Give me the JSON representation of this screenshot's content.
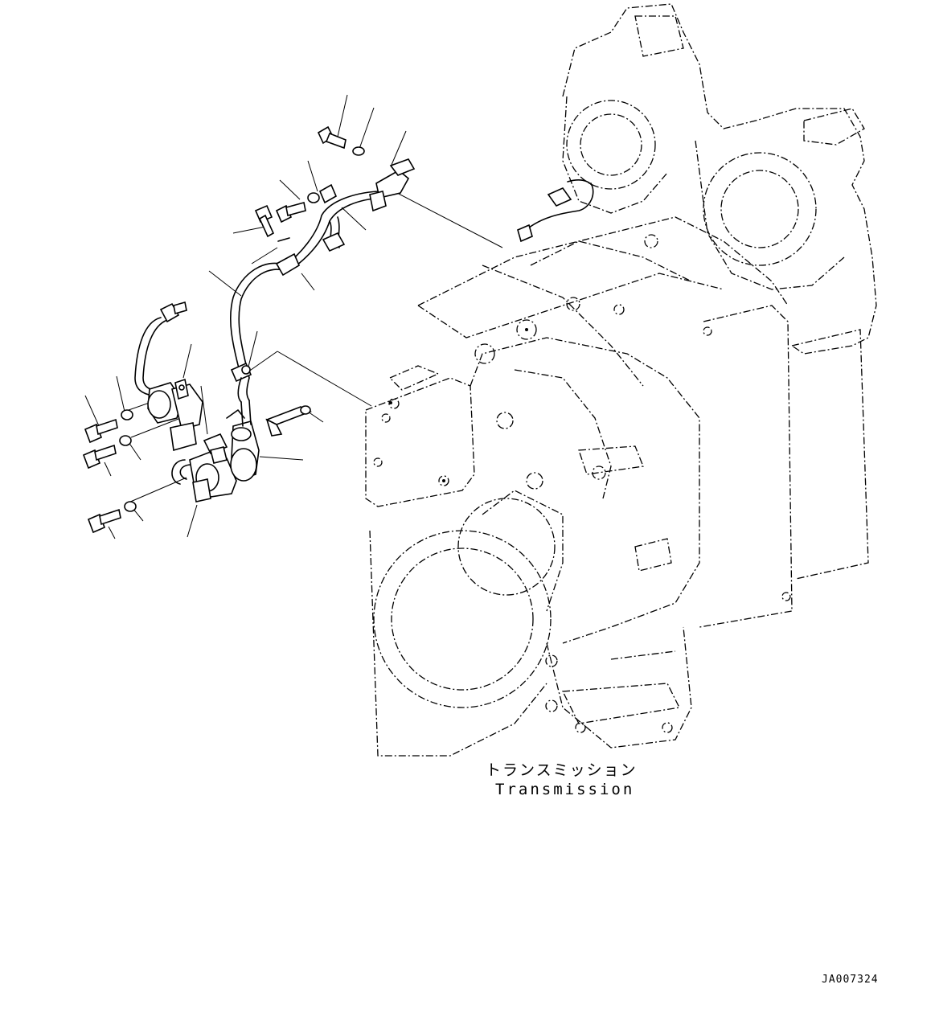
{
  "caption": {
    "japanese": "トランスミッション",
    "english": "Transmission"
  },
  "drawing_id": "JA007324"
}
